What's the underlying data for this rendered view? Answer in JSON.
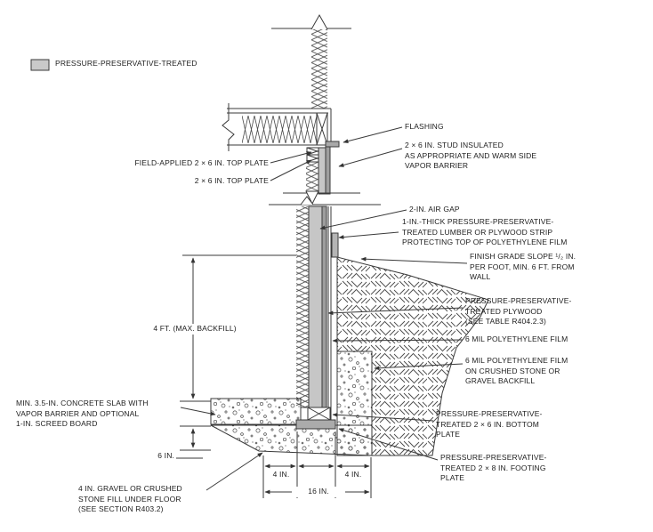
{
  "figure": {
    "type": "construction-detail-section",
    "subject": "permanent wood foundation basement wall section"
  },
  "legend": {
    "label": "PRESSURE-PRESERVATIVE-TREATED",
    "swatch_color": "#c9c9c9"
  },
  "labels": {
    "flashing": "FLASHING",
    "stud": "2 × 6 IN. STUD INSULATED\nAS APPROPRIATE AND WARM SIDE\nVAPOR BARRIER",
    "field_applied_top_plate": "FIELD-APPLIED 2 × 6 IN. TOP PLATE",
    "top_plate": "2 × 6 IN. TOP PLATE",
    "air_gap": "2-IN. AIR GAP",
    "protective_strip": "1-IN.-THICK PRESSURE-PRESERVATIVE-\nTREATED LUMBER OR PLYWOOD STRIP\nPROTECTING TOP OF POLYETHYLENE FILM",
    "finish_grade": "FINISH GRADE SLOPE ¹/₂ IN.\nPER FOOT, MIN. 6 FT. FROM\nWALL",
    "plywood": "PRESSURE-PRESERVATIVE-\nTREATED PLYWOOD\n(SEE TABLE R404.2.3)",
    "poly_film": "6 MIL POLYETHYLENE FILM",
    "poly_film_gravel": "6 MIL POLYETHYLENE FILM\nON CRUSHED STONE OR\nGRAVEL BACKFILL",
    "concrete_slab": "MIN. 3.5-IN. CONCRETE SLAB WITH\nVAPOR BARRIER AND OPTIONAL\n1-IN. SCREED BOARD",
    "bottom_plate": "PRESSURE-PRESERVATIVE-\nTREATED 2 × 6 IN. BOTTOM\nPLATE",
    "footing_plate": "PRESSURE-PRESERVATIVE-\nTREATED 2 × 8 IN. FOOTING\nPLATE",
    "gravel_fill": "4 IN. GRAVEL OR CRUSHED\nSTONE FILL UNDER FLOOR\n(SEE SECTION R403.2)"
  },
  "dimensions": {
    "backfill_height": "4 FT. (MAX. BACKFILL)",
    "footing_depth": "6 IN.",
    "left_projection": "4 IN.",
    "right_projection": "4 IN.",
    "footing_width": "16 IN."
  },
  "colors": {
    "line": "#3a3a3a",
    "treated_light": "#c6c6c6",
    "treated_mid": "#9e9e9e",
    "footing_gray": "#ababab",
    "background": "#ffffff"
  }
}
